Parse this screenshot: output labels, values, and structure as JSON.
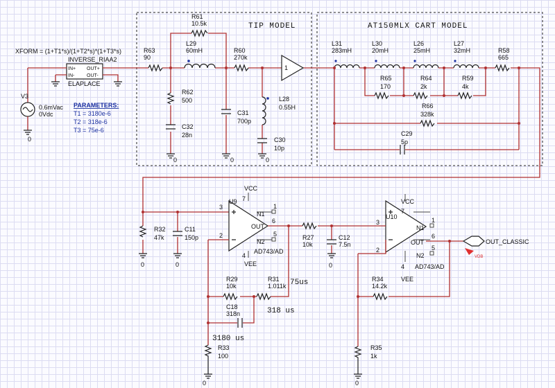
{
  "title_tip": "TIP MODEL",
  "title_cart": "AT150MLX CART MODEL",
  "xform": "XFORM = (1+T1*s)/(1+T2*s)*(1+T3*s)",
  "riaa_block": {
    "name": "INVERSE_RIAA2",
    "type": "ELAPLACE",
    "in_p": "IN+",
    "in_n": "IN-",
    "out_p": "OUT+",
    "out_n": "OUT-"
  },
  "source": {
    "name": "V3",
    "ac": "0.6mVac",
    "dc": "0Vdc"
  },
  "parameters": {
    "heading": "PARAMETERS:",
    "t1": "T1 = 3180e-6",
    "t2": "T2 = 318e-6",
    "t3": "T3 = 75e-6"
  },
  "components": {
    "R61": {
      "name": "R61",
      "value": "10.5k"
    },
    "R63": {
      "name": "R63",
      "value": "90"
    },
    "L29": {
      "name": "L29",
      "value": "60mH"
    },
    "R60": {
      "name": "R60",
      "value": "270k"
    },
    "R62": {
      "name": "R62",
      "value": "500"
    },
    "C32": {
      "name": "C32",
      "value": "28n"
    },
    "C31": {
      "name": "C31",
      "value": "700p"
    },
    "L28": {
      "name": "L28",
      "value": "0.55H"
    },
    "C30": {
      "name": "C30",
      "value": "10p"
    },
    "L31": {
      "name": "L31",
      "value": "283mH"
    },
    "L30": {
      "name": "L30",
      "value": "20mH"
    },
    "L26": {
      "name": "L26",
      "value": "25mH"
    },
    "L27": {
      "name": "L27",
      "value": "32mH"
    },
    "R58": {
      "name": "R58",
      "value": "665"
    },
    "R65": {
      "name": "R65",
      "value": "170"
    },
    "R64": {
      "name": "R64",
      "value": "2k"
    },
    "R59": {
      "name": "R59",
      "value": "4k"
    },
    "R66": {
      "name": "R66",
      "value": "328k"
    },
    "C29": {
      "name": "C29",
      "value": "5p"
    },
    "R32": {
      "name": "R32",
      "value": "47k"
    },
    "C11": {
      "name": "C11",
      "value": "150p"
    },
    "R27": {
      "name": "R27",
      "value": "10k"
    },
    "C12": {
      "name": "C12",
      "value": "7.5n"
    },
    "R29": {
      "name": "R29",
      "value": "10k"
    },
    "R31": {
      "name": "R31",
      "value": "1.011k"
    },
    "C18": {
      "name": "C18",
      "value": "318n"
    },
    "R33": {
      "name": "R33",
      "value": "100"
    },
    "R34": {
      "name": "R34",
      "value": "14.2k"
    },
    "R35": {
      "name": "R35",
      "value": "1k"
    }
  },
  "buffer_label": "1",
  "opamp1": {
    "name": "U9",
    "part": "AD743/AD",
    "vcc": "VCC",
    "vee": "VEE",
    "out": "OUT",
    "n1": "N1",
    "n2": "N2",
    "pin3": "3",
    "pin2": "2",
    "pin6": "6",
    "pin7": "7",
    "pin4": "4",
    "pin1": "1",
    "pin5": "5"
  },
  "opamp2": {
    "name": "U10",
    "part": "AD743/AD",
    "vcc": "VCC",
    "vee": "VEE",
    "out": "OUT",
    "n1": "N1",
    "n2": "N2",
    "pin3": "3",
    "pin2": "2",
    "pin6": "6",
    "pin7": "7",
    "pin4": "4",
    "pin1": "1",
    "pin5": "5"
  },
  "output_label": "OUT_CLASSIC",
  "vdb_marker": "VDB",
  "annotations": {
    "t75": "75us",
    "t318": "318 us",
    "t3180": "3180 us"
  },
  "ground": "0"
}
